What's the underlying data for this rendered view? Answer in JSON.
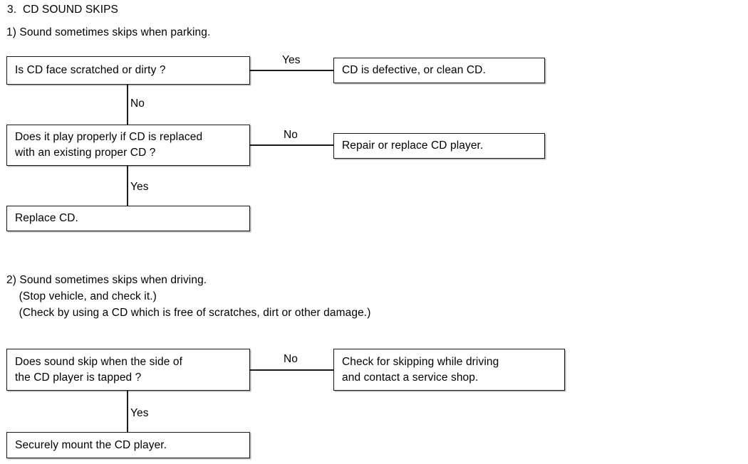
{
  "document": {
    "heading": "3.  CD SOUND SKIPS"
  },
  "sections": [
    {
      "id": "parking",
      "subhead": "1) Sound sometimes skips when parking.",
      "nodes": {
        "q1": "Is CD face scratched or dirty ?",
        "a1": "CD is defective, or clean CD.",
        "q2": "Does it play properly if CD is replaced\nwith an existing proper CD ?",
        "a2": "Repair or replace CD player.",
        "end": "Replace CD."
      },
      "edges": {
        "q1_right": "Yes",
        "q1_down": "No",
        "q2_right": "No",
        "q2_down": "Yes"
      }
    },
    {
      "id": "driving",
      "subhead": "2) Sound sometimes skips when driving.\n    (Stop vehicle, and check it.)\n    (Check by using a CD which is free of scratches, dirt or other damage.)",
      "nodes": {
        "q1": "Does sound skip when the side of\nthe CD player is tapped ?",
        "a1": "Check for skipping while driving\nand contact a service shop.",
        "end": "Securely mount the CD player."
      },
      "edges": {
        "q1_right": "No",
        "q1_down": "Yes"
      }
    }
  ],
  "style": {
    "ink": "#1a1a1a",
    "paper": "#ffffff"
  }
}
